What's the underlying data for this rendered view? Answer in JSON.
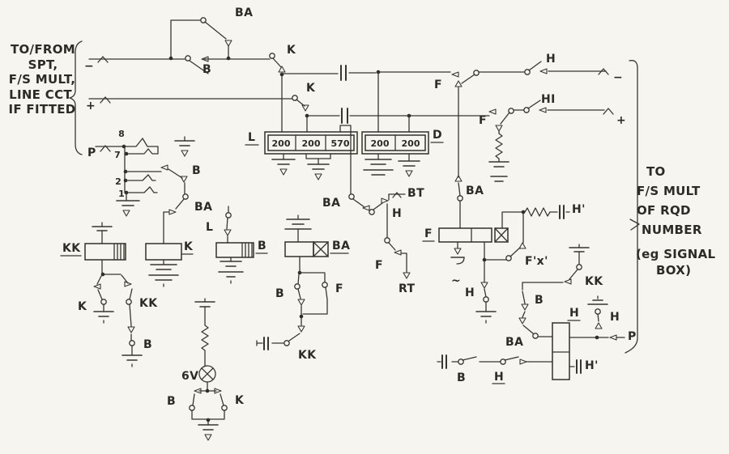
{
  "colors": {
    "ink": "#3a352e",
    "paper": "#f7f5f0"
  },
  "notes": {
    "left": [
      "TO/FROM",
      "SPT,",
      "F/S MULT,",
      "LINE CCT",
      "IF FITTED"
    ],
    "right": [
      "TO",
      "F/S MULT",
      "OF RQD",
      "NUMBER",
      "(eg SIGNAL",
      "BOX)"
    ]
  },
  "polarity": {
    "minus_left": "−",
    "plus_left": "+",
    "minus_right": "−",
    "plus_right": "+"
  },
  "terminals": {
    "p_left": "P",
    "t8": "8",
    "t7": "7",
    "t2": "2",
    "t1": "1",
    "p_right": "P"
  },
  "banks": {
    "l": {
      "label": "L",
      "values": [
        "200",
        "200",
        "570"
      ]
    },
    "d": {
      "label": "D",
      "values": [
        "200",
        "200"
      ]
    }
  },
  "relays": {
    "kk": "KK",
    "k": "K",
    "b": "B",
    "ba": "BA",
    "f": "F",
    "h": "H"
  },
  "switches": {
    "ba_top": "BA",
    "b_top": "B",
    "k_upper": "K",
    "k_lower": "K",
    "f_upper": "F",
    "f_lower": "F",
    "h_upper": "H",
    "hi": "HI",
    "b_mid": "B",
    "ba_mid": "BA",
    "k_left": "K",
    "kk_left": "KK",
    "b_left": "B",
    "l_contact": "L",
    "ba_center": "BA",
    "bt": "BT",
    "h_center": "H",
    "f_center_sw": "F",
    "rt": "RT",
    "b_under_ba": "B",
    "f_under_ba": "F",
    "kk_cap": "KK",
    "ba_above_f": "BA",
    "fx": "F'x'",
    "h_below_f": "H",
    "kk_right": "KK",
    "b_right": "B",
    "ba_right": "BA",
    "h_right": "H",
    "b_bottom": "B",
    "h_bottom": "H",
    "b_lamp": "B",
    "k_lamp": "K"
  },
  "lamp": {
    "voltage": "6V"
  },
  "misc": {
    "tilde": "~",
    "h_prime_1": "H'",
    "h_prime_2": "H'"
  }
}
